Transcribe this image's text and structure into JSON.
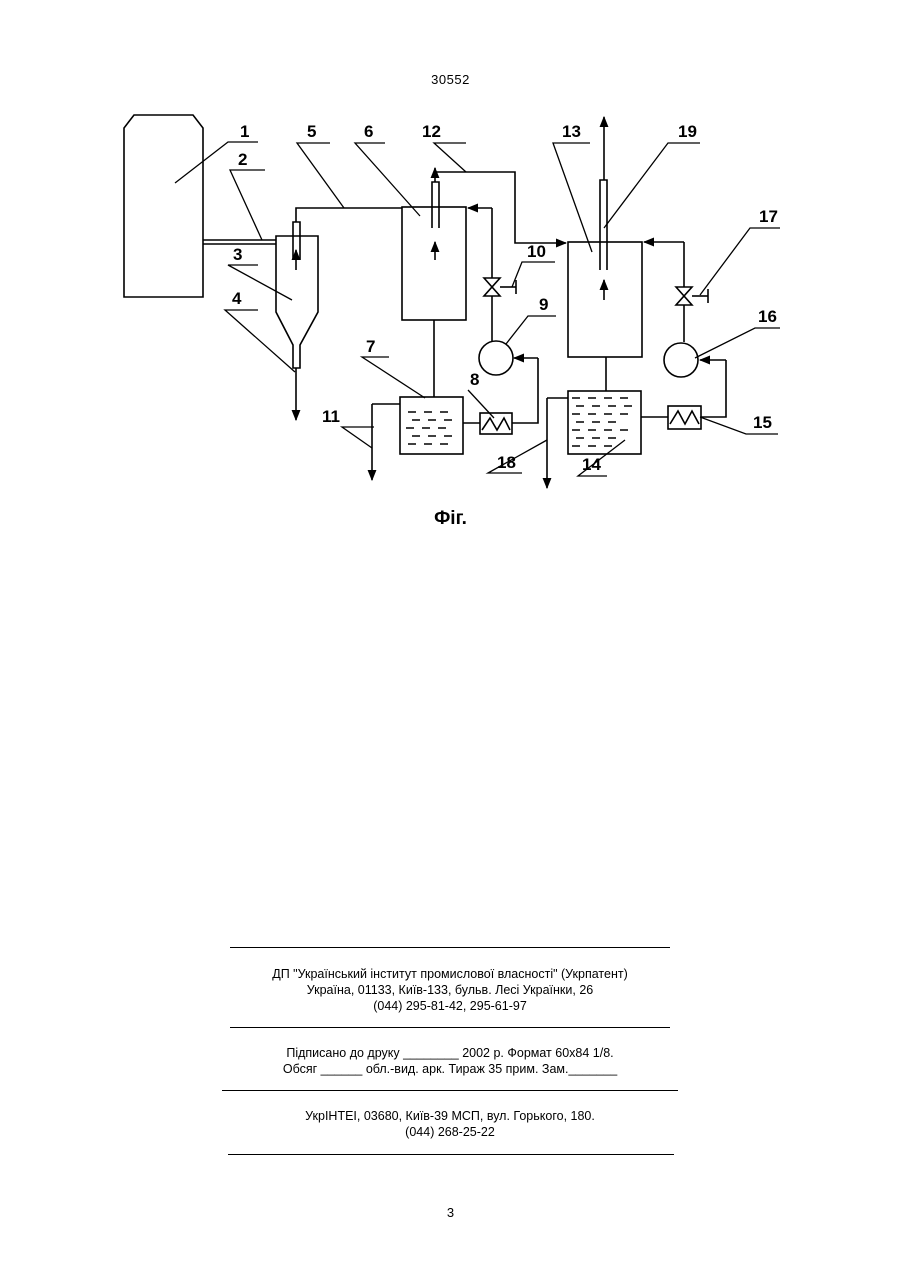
{
  "header": {
    "patent_number": "30552"
  },
  "figure": {
    "caption": "Фіг.",
    "labels": [
      "1",
      "2",
      "3",
      "4",
      "5",
      "6",
      "7",
      "8",
      "9",
      "10",
      "11",
      "12",
      "13",
      "14",
      "15",
      "16",
      "17",
      "18",
      "19"
    ]
  },
  "imprint": {
    "publisher_line1": "ДП \"Український інститут промислової власності\" (Укрпатент)",
    "publisher_line2": "Україна, 01133, Київ-133, бульв. Лесі Українки, 26",
    "publisher_line3": "(044) 295-81-42, 295-61-97",
    "signed_line1": "Підписано до друку ________ 2002 р.    Формат 60x84 1/8.",
    "signed_line2": "Обсяг ______ обл.-вид. арк.   Тираж 35 прим.    Зам._______",
    "printer_line1": "УкрІНТЕІ, 03680, Київ-39 МСП, вул. Горького, 180.",
    "printer_line2": "(044) 268-25-22"
  },
  "footer": {
    "page_number": "3"
  }
}
